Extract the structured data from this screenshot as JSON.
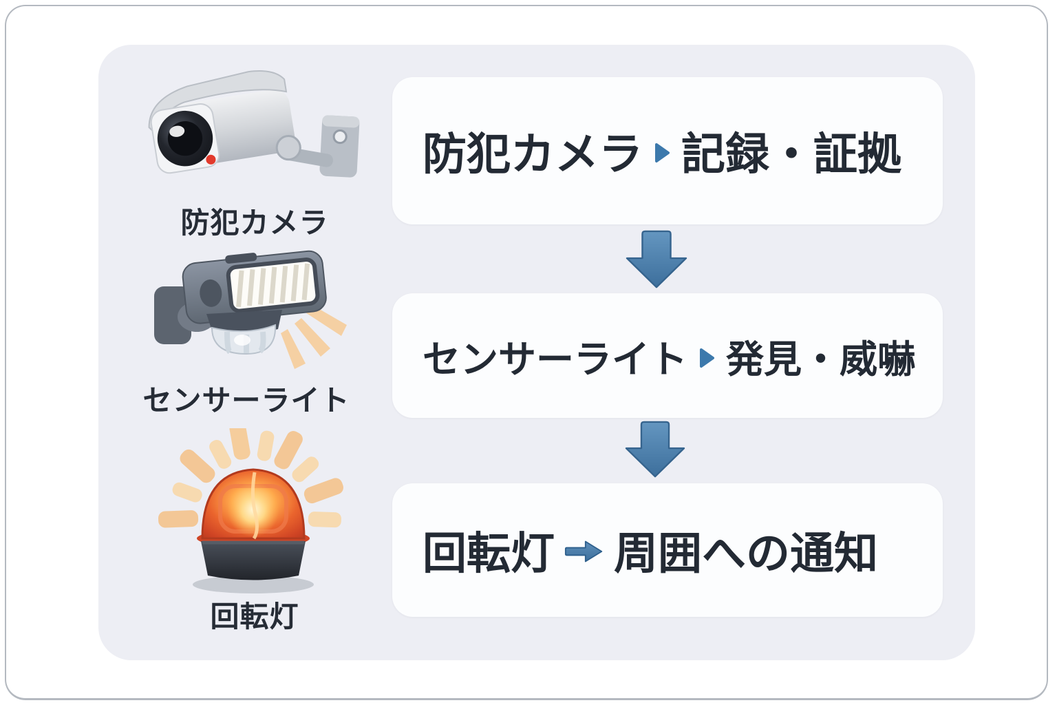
{
  "diagram": {
    "legend": {
      "items": [
        {
          "name": "security-camera",
          "label": "防犯カメラ"
        },
        {
          "name": "sensor-light",
          "label": "センサーライト"
        },
        {
          "name": "rotating-beacon",
          "label": "回転灯"
        }
      ]
    },
    "flow": {
      "steps": [
        {
          "device": "防犯カメラ",
          "effect": "記録・証拠",
          "connector": "small-triangle"
        },
        {
          "device": "センサーライト",
          "effect": "発見・威嚇",
          "connector": "small-triangle"
        },
        {
          "device": "回転灯",
          "effect": "周囲への通知",
          "connector": "block-arrow"
        }
      ]
    },
    "palette": {
      "panel_bg": "#edeef4",
      "card_bg": "#fcfdfe",
      "text": "#232a34",
      "arrow_blue": "#4a80ae",
      "arrow_blue_dark": "#36648e",
      "beacon_red": "#d8492a",
      "ray_orange": "#f6cd9c"
    }
  }
}
